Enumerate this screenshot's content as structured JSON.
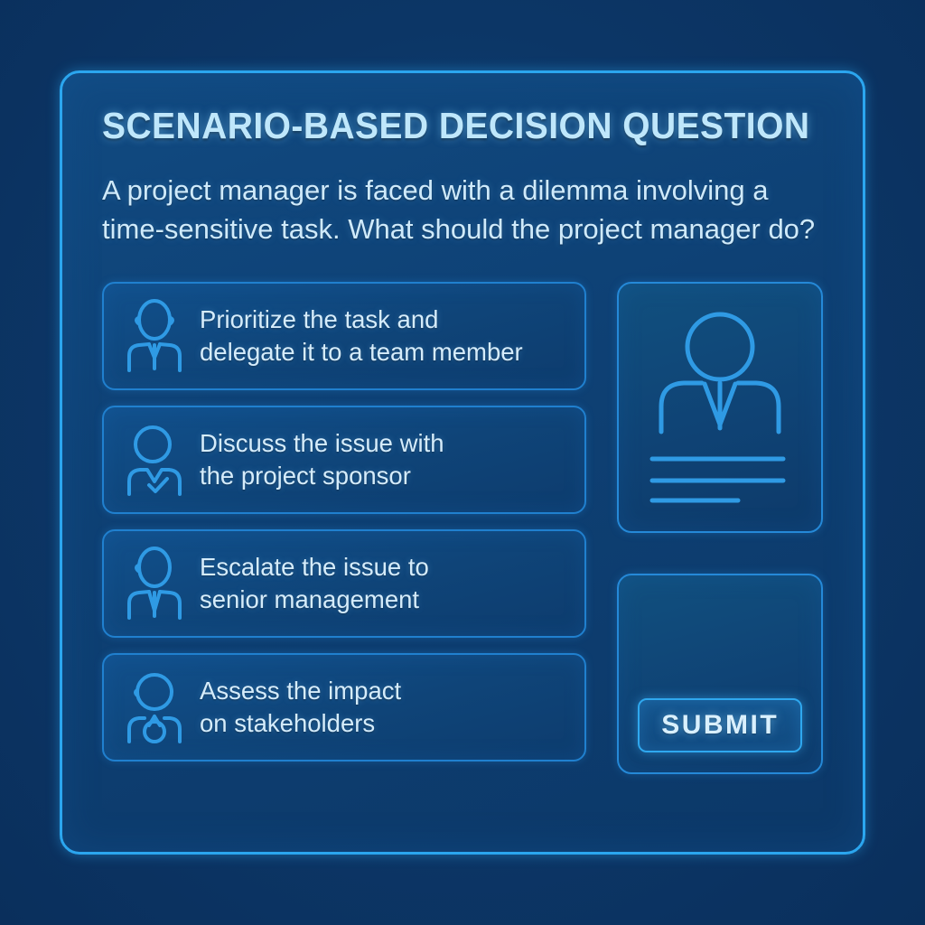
{
  "theme": {
    "page_background": "#0c3666",
    "frame_border": "#2ba6ef",
    "card_border": "#2080cf",
    "icon_color": "#2f9ae4",
    "title_color": "#bfe7fb",
    "body_text_color": "#cfeafb",
    "submit_border": "#2fa8ef"
  },
  "header": {
    "title": "SCENARIO-BASED DECISION QUESTION"
  },
  "question": {
    "text": "A project manager is faced with a dilemma involving a time-sensitive task. What should the project manager do?"
  },
  "options": [
    {
      "id": "option-1",
      "icon": "person-tie-icon",
      "line1": "Prioritize the task and",
      "line2": "delegate it to a team member"
    },
    {
      "id": "option-2",
      "icon": "person-check-icon",
      "line1": "Discuss the issue with",
      "line2": "the project sponsor"
    },
    {
      "id": "option-3",
      "icon": "person-tie-icon",
      "line1": "Escalate the issue to",
      "line2": "senior management"
    },
    {
      "id": "option-4",
      "icon": "person-badge-icon",
      "line1": "Assess the impact",
      "line2": "on stakeholders"
    }
  ],
  "profile_card": {
    "icon": "person-profile-icon",
    "detail_lines": 3
  },
  "submit": {
    "label": "SUBMIT"
  }
}
